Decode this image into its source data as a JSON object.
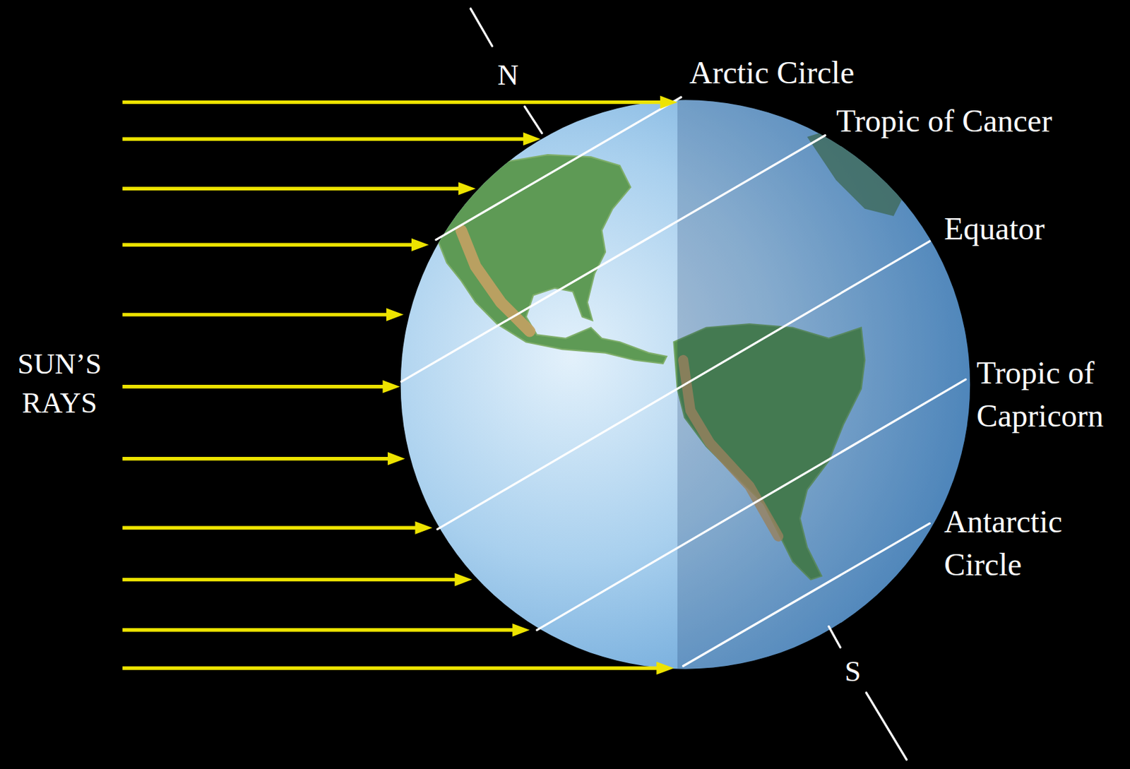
{
  "diagram": {
    "labels": [
      "N",
      "Arctic Circle",
      "Tropic of Cancer",
      "Equator",
      "SUN’S RAYS",
      "Tropic of Capricorn",
      "Antarctic Circle",
      "S"
    ]
  }
}
